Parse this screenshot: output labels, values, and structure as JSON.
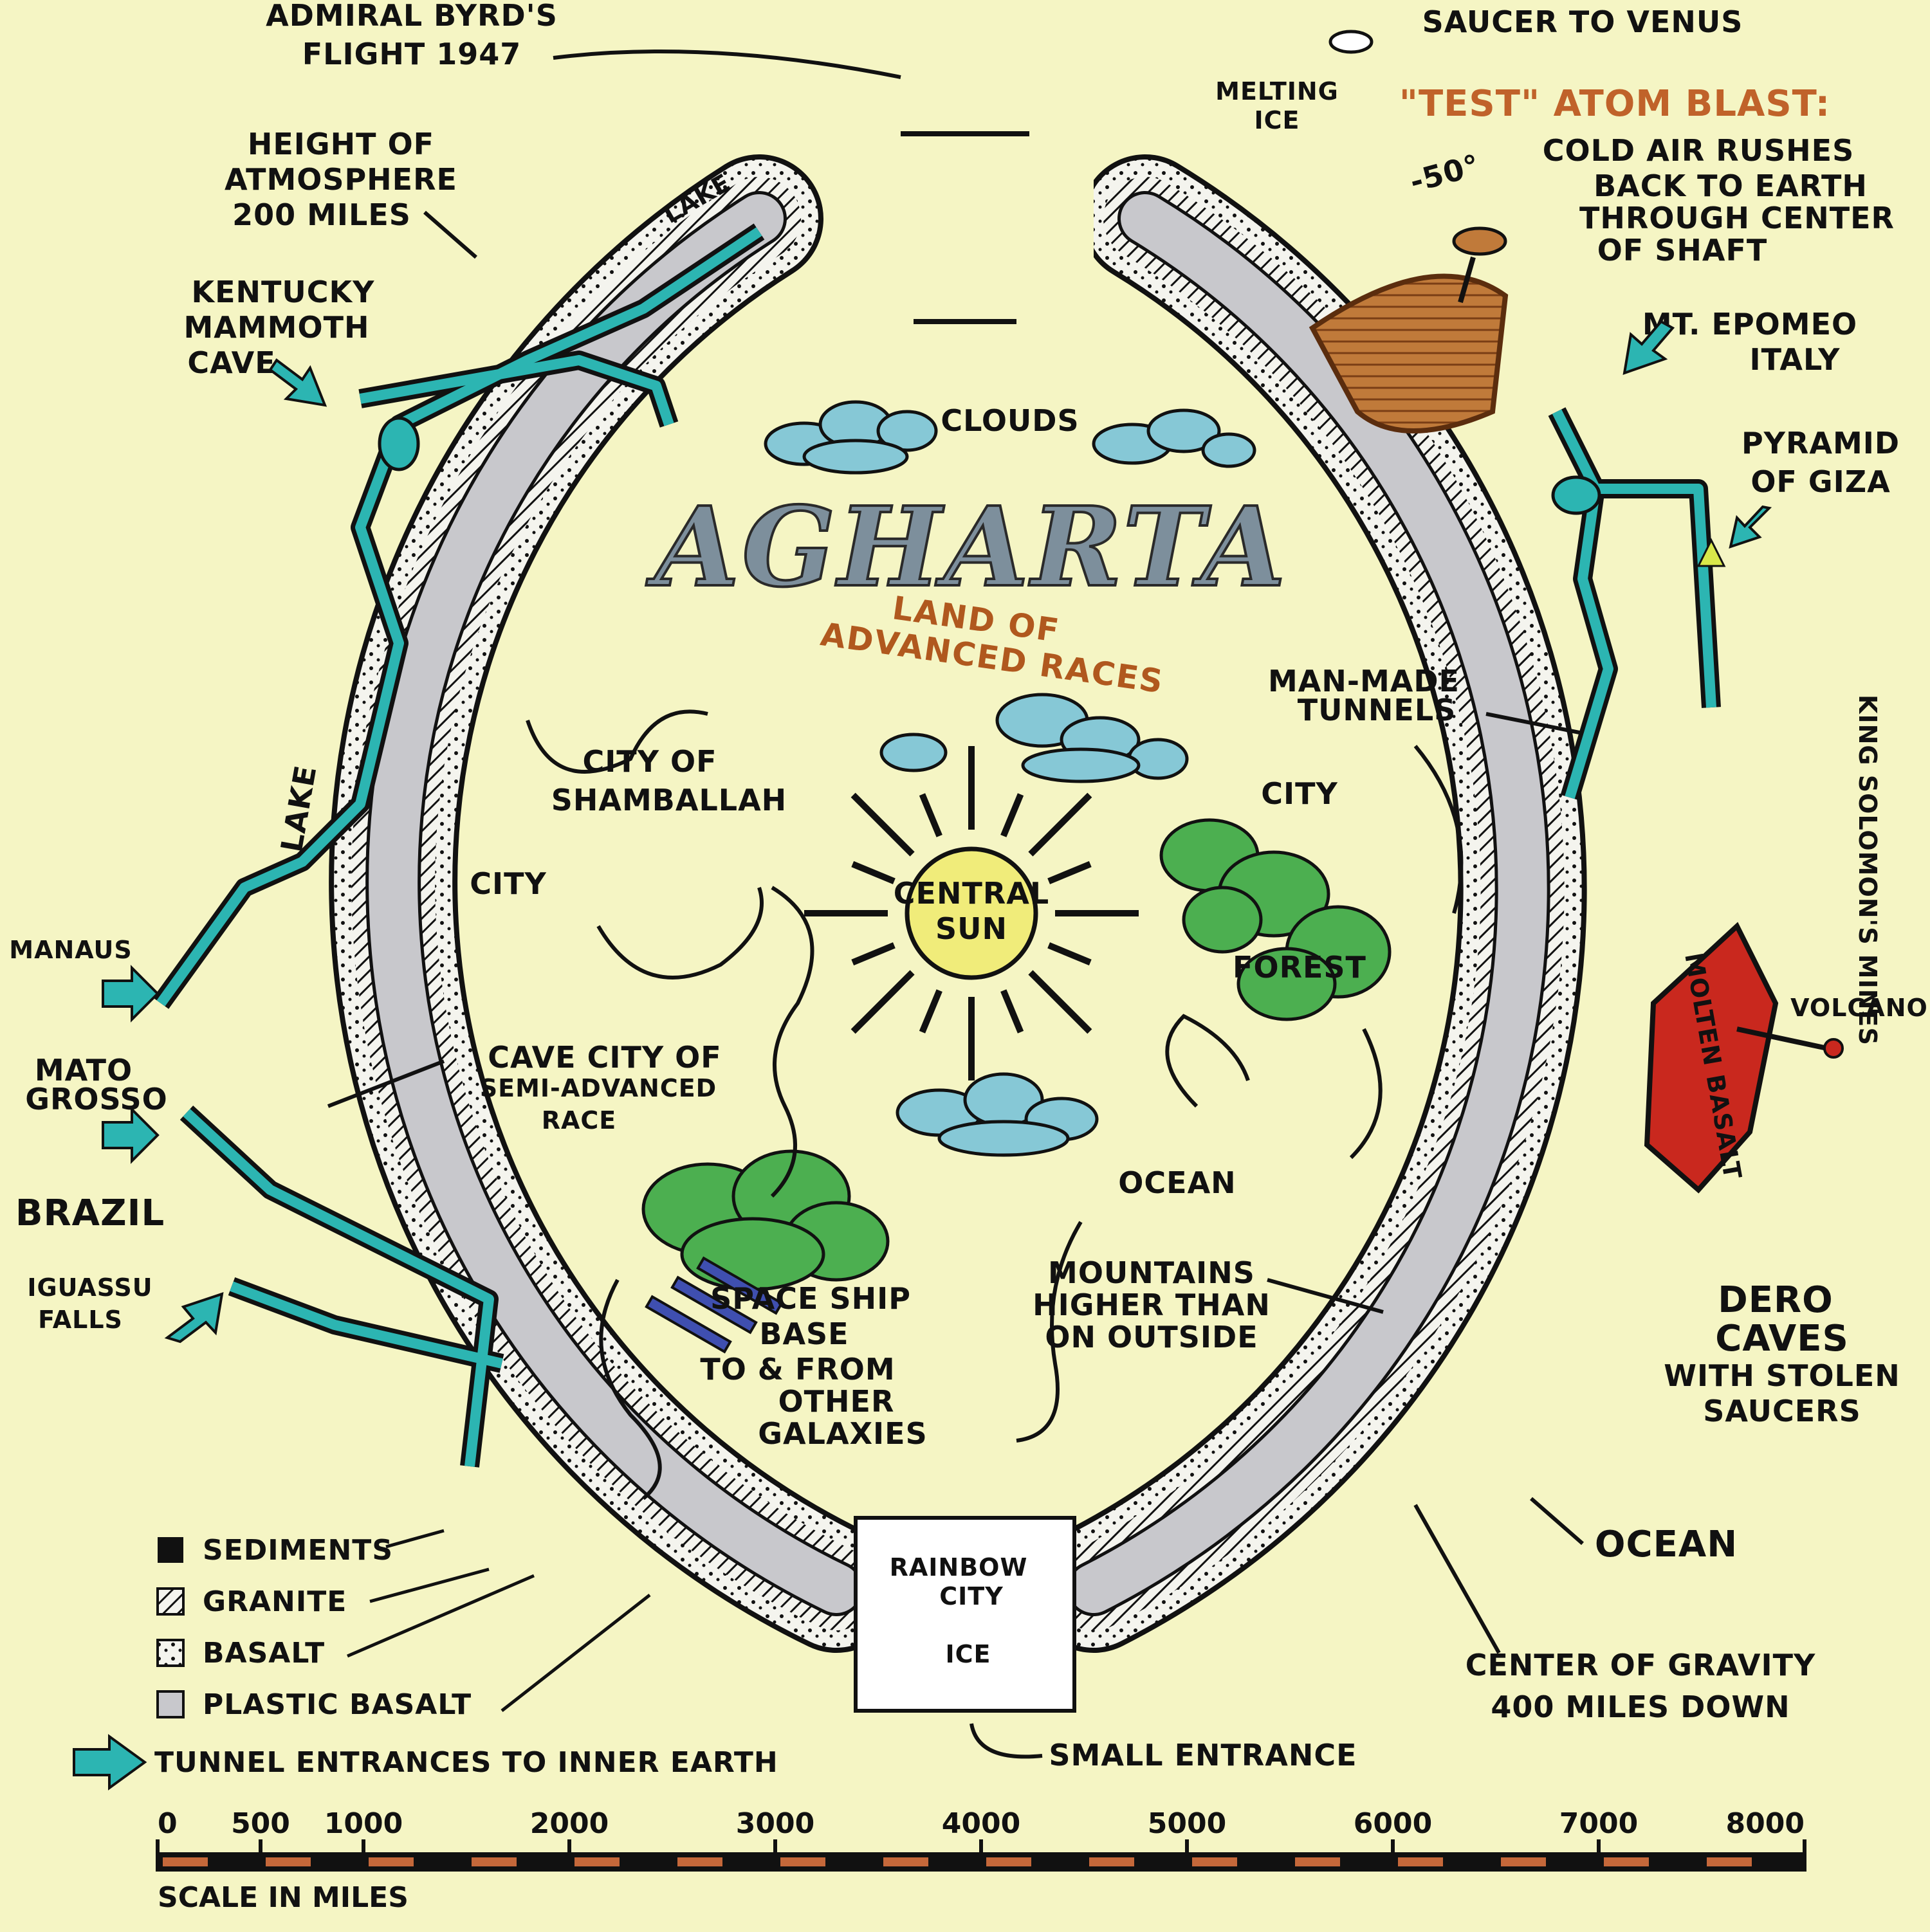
{
  "title": "AGHARTA",
  "subtitle_line1": "LAND OF",
  "subtitle_line2": "ADVANCED RACES",
  "labels": {
    "byrd1": "ADMIRAL BYRD'S",
    "byrd2": "FLIGHT 1947",
    "saucer": "SAUCER TO VENUS",
    "melting1": "MELTING",
    "melting2": "ICE",
    "test1": "\"TEST\" ATOM BLAST:",
    "test2": "COLD AIR RUSHES",
    "test3": "BACK TO EARTH",
    "test4": "THROUGH CENTER",
    "test5": "OF SHAFT",
    "minus50": "-50°",
    "height1": "HEIGHT OF",
    "height2": "ATMOSPHERE",
    "height3": "200 MILES",
    "kentucky1": "KENTUCKY",
    "kentucky2": "MAMMOTH",
    "kentucky3": "CAVE",
    "epomeo1": "MT. EPOMEO",
    "epomeo2": "ITALY",
    "giza1": "PYRAMID",
    "giza2": "OF GIZA",
    "clouds": "CLOUDS",
    "lake_top": "LAKE",
    "lake_left": "LAKE",
    "manmade1": "MAN-MADE",
    "manmade2": "TUNNELS",
    "king": "KING SOLOMON'S MINES",
    "shamballah1": "CITY OF",
    "shamballah2": "SHAMBALLAH",
    "city_left": "CITY",
    "city_right": "CITY",
    "sun1": "CENTRAL",
    "sun2": "SUN",
    "forest": "FOREST",
    "manaus": "MANAUS",
    "mato1": "MATO",
    "mato2": "GROSSO",
    "volcano": "VOLCANO",
    "molten": "MOLTEN BASALT",
    "cave1": "CAVE CITY OF",
    "cave2": "SEMI-ADVANCED",
    "cave3": "RACE",
    "brazil": "BRAZIL",
    "ocean_in": "OCEAN",
    "iguassu1": "IGUASSU",
    "iguassu2": "FALLS",
    "mountains1": "MOUNTAINS",
    "mountains2": "HIGHER THAN",
    "mountains3": "ON OUTSIDE",
    "dero1": "DERO",
    "dero2": "CAVES",
    "dero3": "WITH STOLEN",
    "dero4": "SAUCERS",
    "space1": "SPACE SHIP",
    "space2": "BASE",
    "space3": "TO & FROM",
    "space4": "OTHER",
    "space5": "GALAXIES",
    "ocean_out": "OCEAN",
    "rainbow1": "RAINBOW",
    "rainbow2": "CITY",
    "ice": "ICE",
    "gravity1": "CENTER OF GRAVITY",
    "gravity2": "400 MILES DOWN",
    "small_entrance": "SMALL ENTRANCE"
  },
  "legend": {
    "items": [
      "SEDIMENTS",
      "GRANITE",
      "BASALT",
      "PLASTIC BASALT"
    ],
    "tunnel": "TUNNEL ENTRANCES TO INNER EARTH"
  },
  "scale": {
    "ticks": [
      "0",
      "500",
      "1000",
      "2000",
      "3000",
      "4000",
      "5000",
      "6000",
      "7000",
      "8000"
    ],
    "tick_values": [
      0,
      500,
      1000,
      2000,
      3000,
      4000,
      5000,
      6000,
      7000,
      8000
    ],
    "max": 8000,
    "caption": "SCALE IN MILES"
  },
  "colors": {
    "background": "#f5f5c4",
    "tunnel": "#2cb5b2",
    "forest": "#4caf50",
    "cloud": "#86c8d6",
    "sun": "#f0ec7a",
    "volcano": "#c9281e",
    "atom": "#c07a3a",
    "plastic_basalt": "#c8c8cc",
    "scale_fill": "#c5683a"
  }
}
